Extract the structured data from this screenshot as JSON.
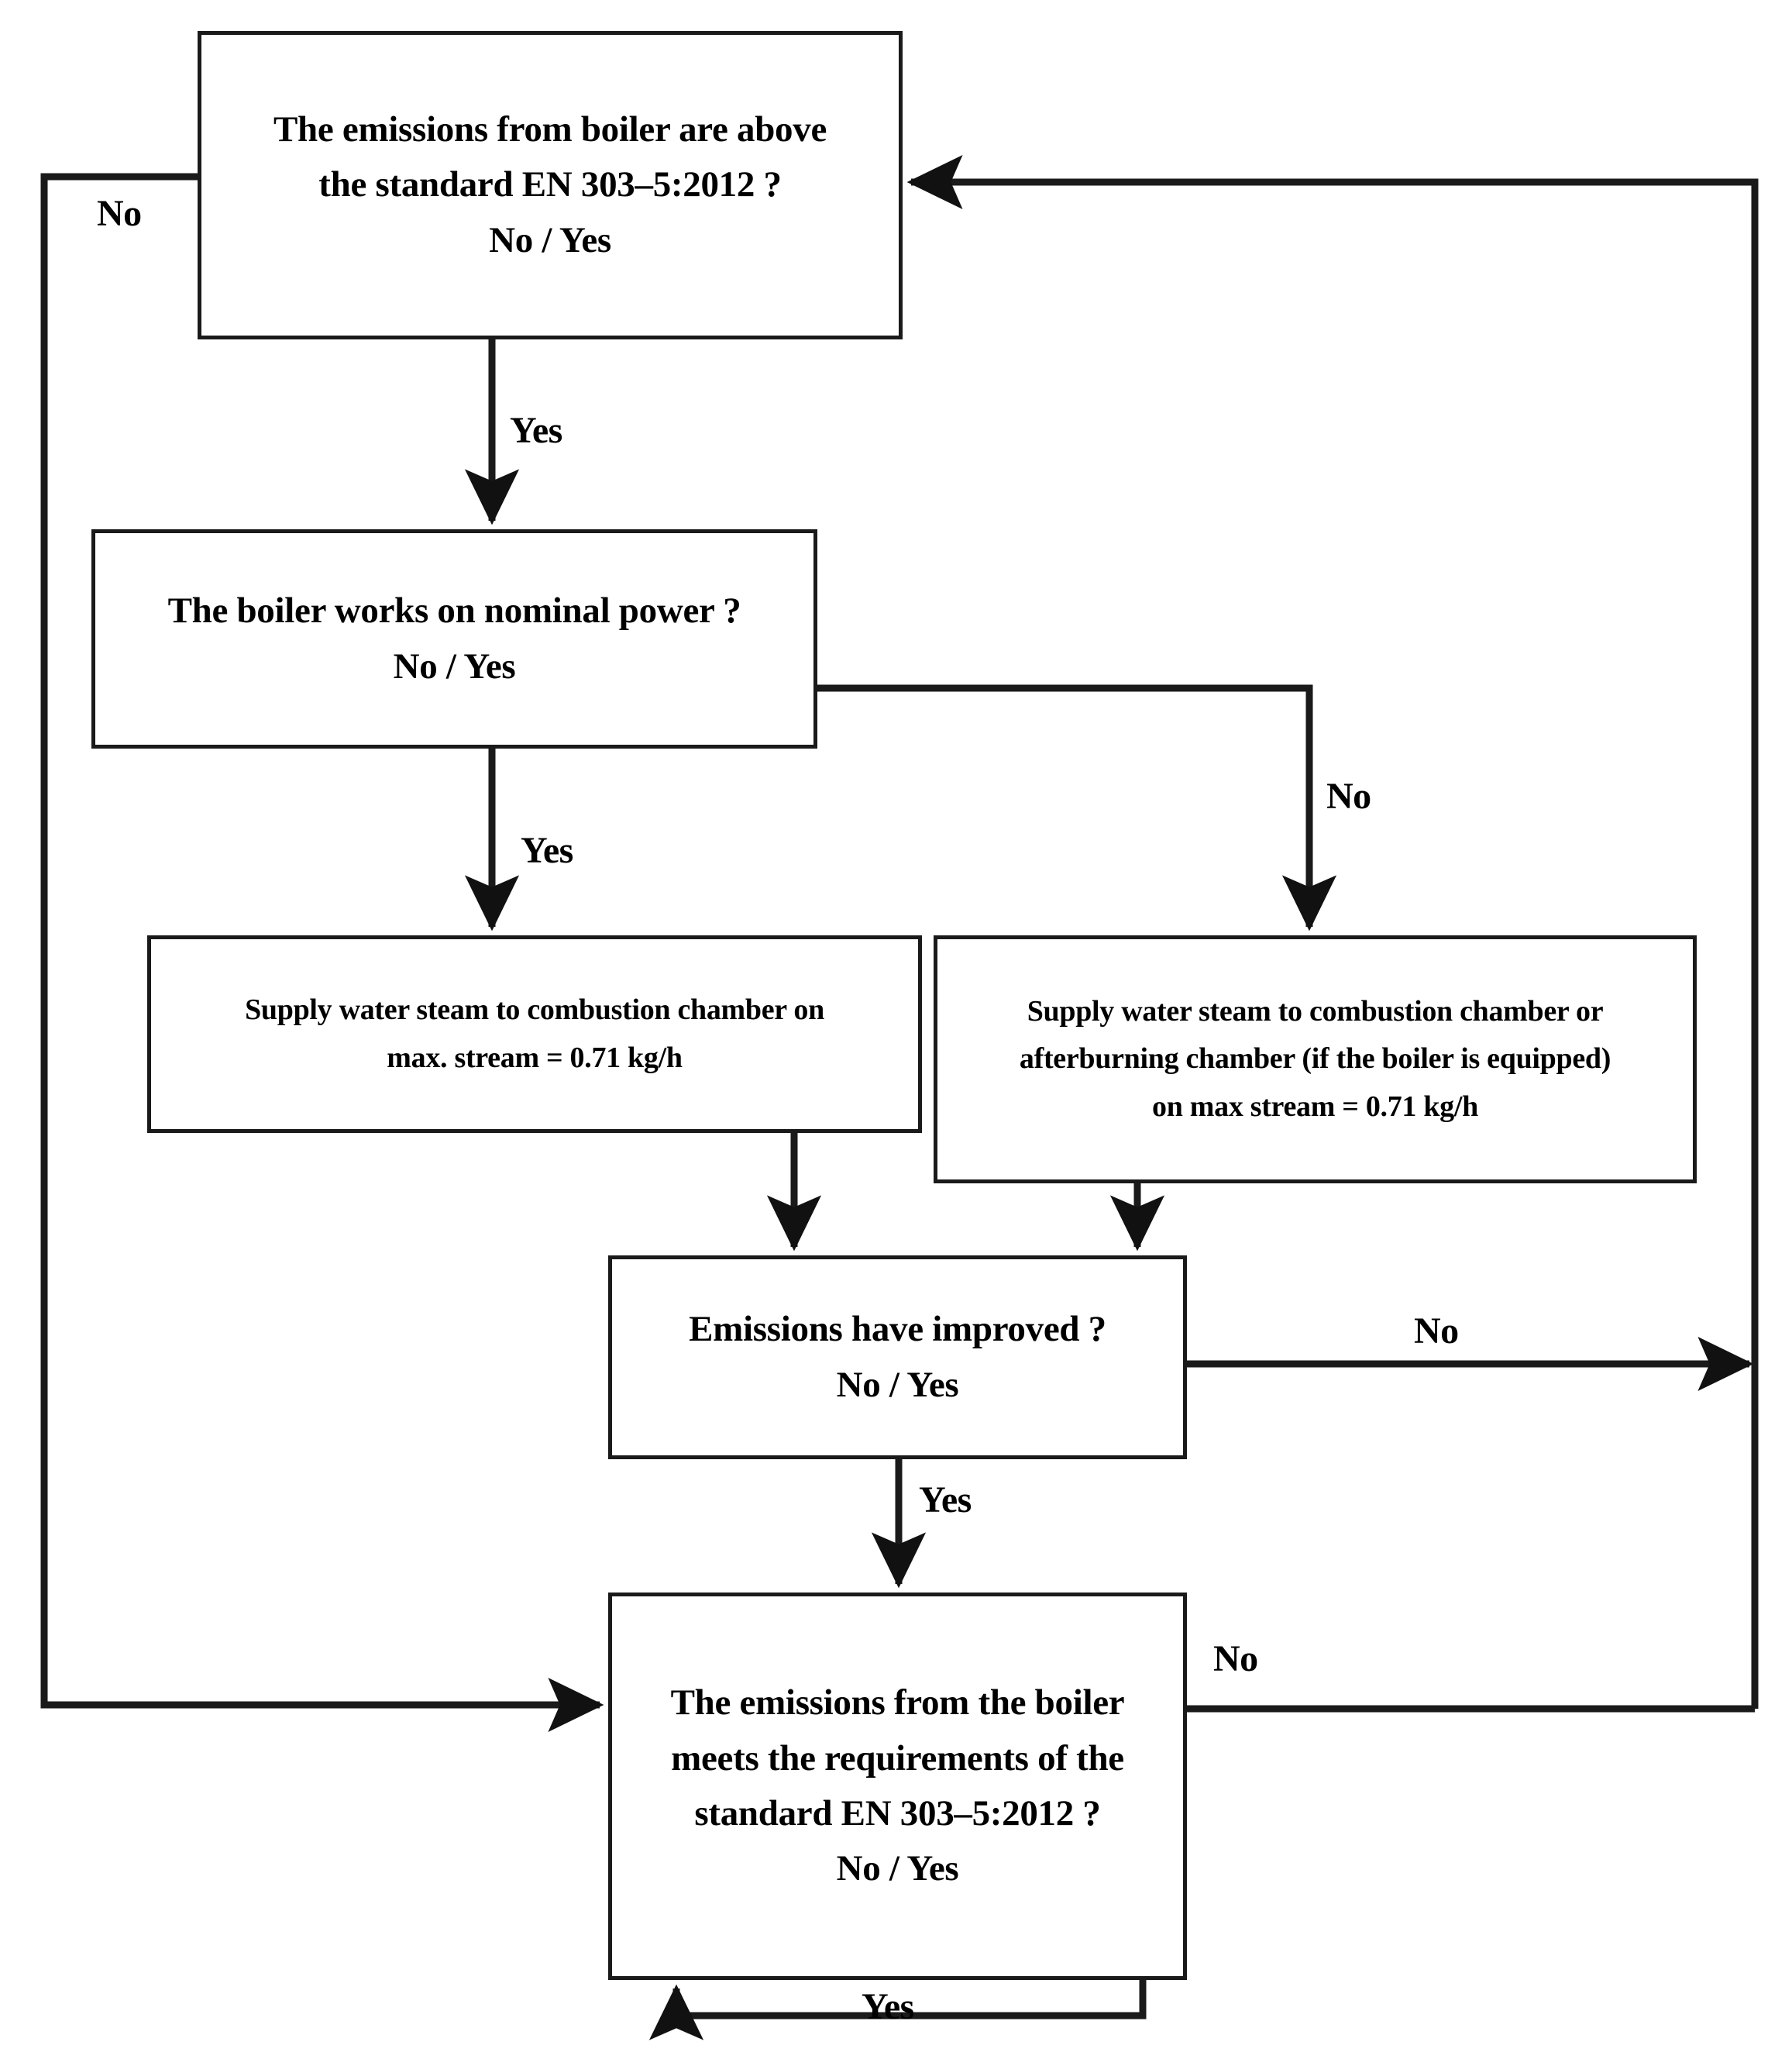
{
  "diagram": {
    "title": "Boiler emission reduction decision flowchart",
    "stroke_color": "#1a1a1a",
    "text_color": "#000000",
    "background": "#ffffff"
  },
  "nodes": {
    "emissions_above_standard": {
      "id": "n1",
      "lines": [
        "The emissions from boiler are above",
        "the standard EN 303–5:2012 ?",
        "No / Yes"
      ]
    },
    "boiler_nominal_power": {
      "id": "n2",
      "lines": [
        "The boiler works on nominal power ?",
        "No / Yes"
      ]
    },
    "supply_steam_combustion": {
      "id": "n3",
      "lines": [
        "Supply water steam to combustion chamber on",
        "max. stream = 0.71 kg/h"
      ]
    },
    "supply_steam_afterburning": {
      "id": "n4",
      "lines": [
        "Supply water steam to combustion chamber or",
        "afterburning chamber (if the boiler is equipped)",
        "on max stream = 0.71 kg/h"
      ]
    },
    "emissions_improved": {
      "id": "n5",
      "lines": [
        "Emissions have improved ?",
        "No / Yes"
      ]
    },
    "emissions_meet_requirements": {
      "id": "n6",
      "lines": [
        "The emissions from the boiler",
        "meets the requirements of the",
        "standard EN 303–5:2012 ?",
        "No / Yes"
      ]
    }
  },
  "edge_labels": {
    "no_top_left": "No",
    "yes_n1_to_n2": "Yes",
    "yes_n2_to_n3": "Yes",
    "no_n2_to_n4": "No",
    "no_n5_right": "No",
    "yes_n5_to_n6": "Yes",
    "no_n6_right": "No",
    "yes_n6_loop": "Yes"
  }
}
